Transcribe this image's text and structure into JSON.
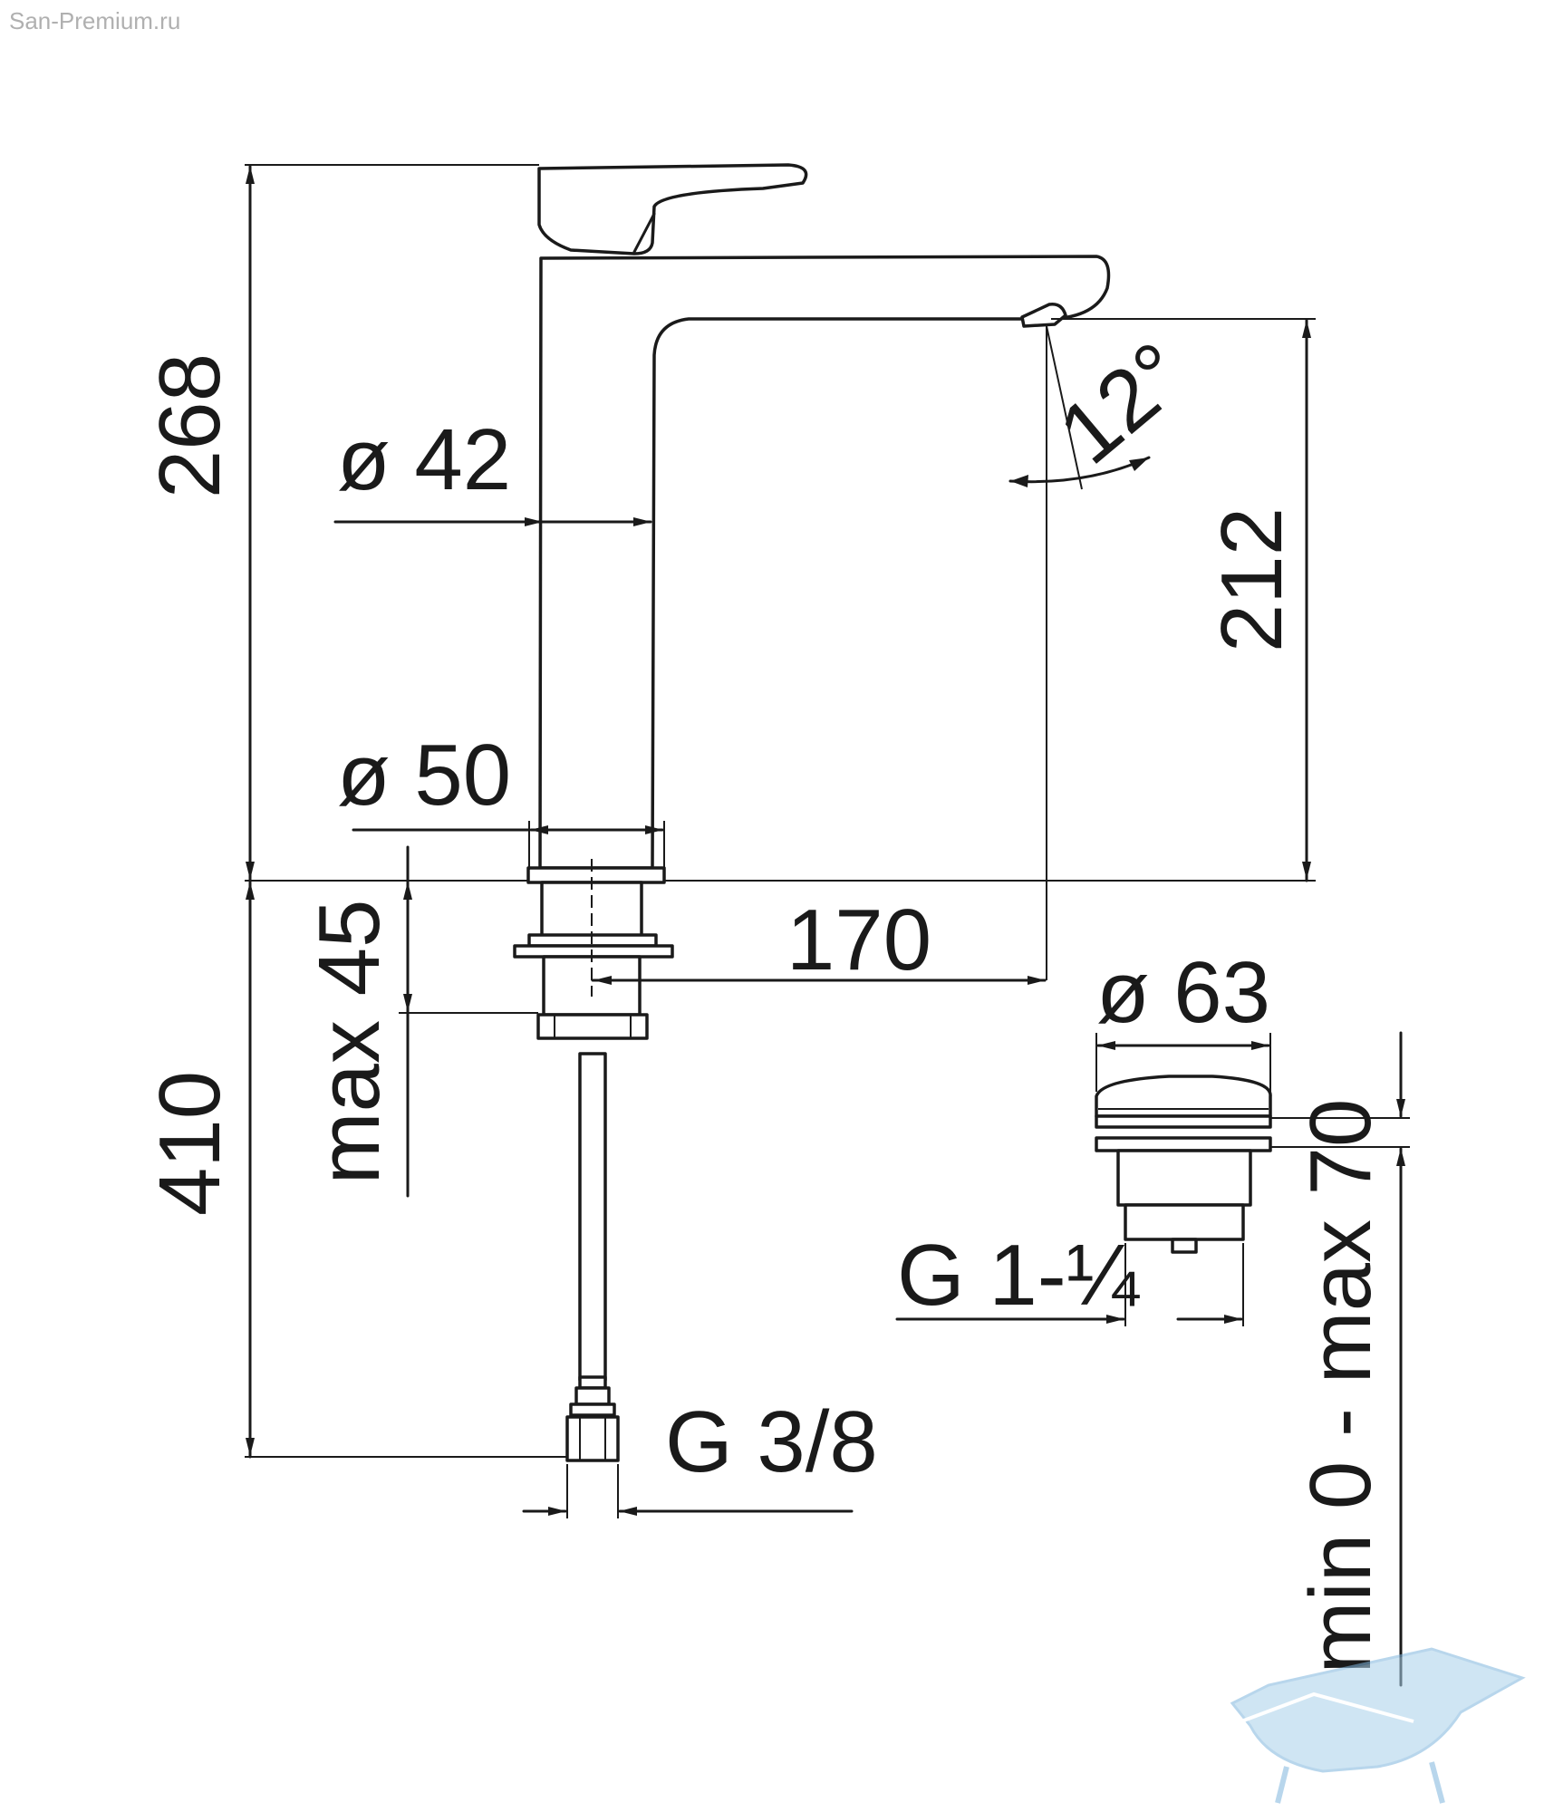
{
  "watermark": {
    "site": "San-Premium.ru"
  },
  "dimensions": {
    "total_height_above": "268",
    "spout_diameter": "ø 42",
    "base_diameter": "ø 50",
    "spout_height": "212",
    "spray_angle": "12°",
    "spout_reach": "170",
    "deck_thickness": "max 45",
    "below_deck_length": "410",
    "hose_thread": "G 3/8",
    "waste_diameter": "ø 63",
    "waste_thread": "G 1-¼",
    "waste_adjustment": "min 0 - max 70"
  },
  "colors": {
    "line": "#1a1a1a",
    "background": "#ffffff",
    "logo": "#a8d0ea"
  }
}
